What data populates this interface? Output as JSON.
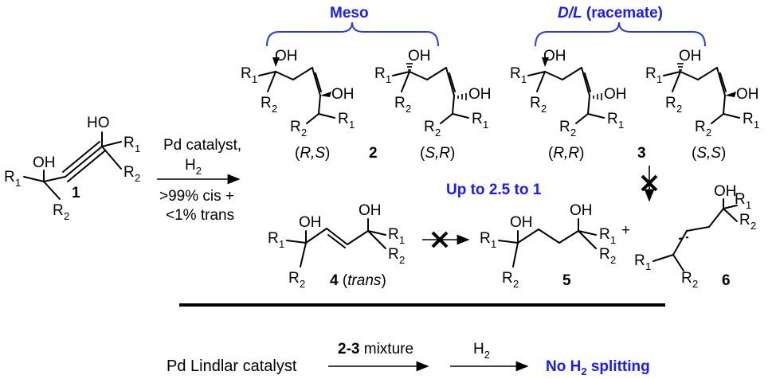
{
  "labels": {
    "meso": "Meso",
    "dl_italic": "D/L",
    "dl_rest": " (racemate)",
    "compound1": "1",
    "compound2": "2",
    "compound3": "3",
    "compound4": "4",
    "compound4_trans": "trans",
    "compound5": "5",
    "compound6": "6",
    "conditions1": "Pd catalyst,",
    "conditions2": "H",
    "conditions3": ">99% cis +",
    "conditions4": "<1% trans",
    "ratio": "Up to 2.5 to 1",
    "rs": "R,S",
    "sr": "S,R",
    "rr": "R,R",
    "ss": "S,S",
    "bottom_catalyst": "Pd Lindlar catalyst",
    "bottom_mixture_num": "2-3",
    "bottom_mixture_rest": " mixture",
    "bottom_h2": "H",
    "bottom_result": "No H",
    "bottom_result_rest": " splitting",
    "plus": "+"
  },
  "colors": {
    "accent": "#1a1aff",
    "brace": "#2b3bd6"
  }
}
